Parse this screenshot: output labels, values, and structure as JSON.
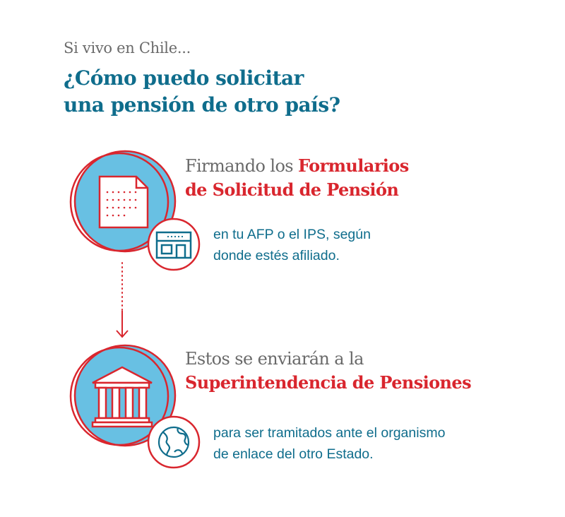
{
  "intro": "Si vivo en Chile...",
  "title": {
    "line1": "¿Cómo puedo solicitar",
    "line2": "una pensión de otro país?"
  },
  "step1": {
    "heading_prefix": "Firmando los ",
    "heading_highlight_line1": "Formularios",
    "heading_highlight_line2": "de Solicitud de Pensión",
    "body_line1": "en tu AFP o el IPS, según",
    "body_line2": "donde estés afiliado.",
    "main_icon": "document-icon",
    "badge_icon": "office-building-icon"
  },
  "step2": {
    "heading_line1": "Estos se enviarán a la",
    "heading_highlight_line2": "Superintendencia de Pensiones",
    "body_line1": "para ser tramitados ante el organismo",
    "body_line2": "de enlace del otro Estado.",
    "main_icon": "institution-columns-icon",
    "badge_icon": "globe-icon"
  },
  "colors": {
    "accent_red": "#d9262e",
    "brand_teal": "#0f6d8c",
    "circle_blue": "#68c0e3",
    "text_gray": "#6a6a6a"
  }
}
